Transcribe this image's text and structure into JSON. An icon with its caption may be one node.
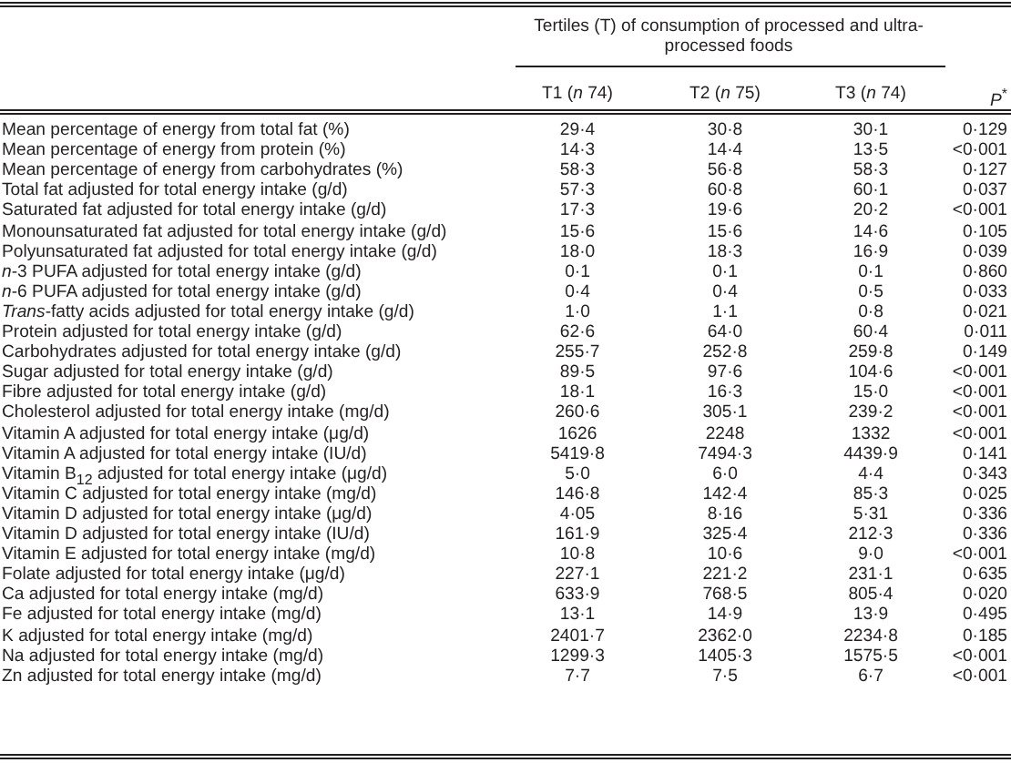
{
  "diagram": {
    "labels": [
      "Tertiles (T) of consumption of processed and ultra-processed foods",
      "T1 (*n* 74)",
      "T2 (*n* 75)",
      "T3 (*n* 74)",
      "*P*$^{*}$",
      "Mean percentage of energy from total fat (%)",
      "29·4",
      "30·8",
      "30·1",
      "0·129",
      "Mean percentage of energy from protein (%)",
      "14·3",
      "14·4",
      "13·5",
      "<0·001",
      "Mean percentage of energy from carbohydrates (%)",
      "58·3",
      "56·8",
      "58·3",
      "0·127",
      "Total fat adjusted for total energy intake (g/d)",
      "57·3",
      "60·8",
      "60·1",
      "0·037",
      "Saturated fat adjusted for total energy intake (g/d)",
      "17·3",
      "19·6",
      "20·2",
      "<0·001",
      "Monounsaturated fat adjusted for total energy intake (g/d)",
      "15·6",
      "15·6",
      "14·6",
      "0·105",
      "Polyunsaturated fat adjusted for total energy intake (g/d)",
      "18·0",
      "18·3",
      "16·9",
      "0·039",
      "*n*-3 PUFA adjusted for total energy intake (g/d)",
      "0·1",
      "0·1",
      "0·1",
      "0·860",
      "*n*-6 PUFA adjusted for total energy intake (g/d)",
      "0·4",
      "0·4",
      "0·5",
      "0·033",
      "*Trans*-fatty acids adjusted for total energy intake (g/d)",
      "1·0",
      "1·1",
      "0·8",
      "0·021",
      "Protein adjusted for total energy intake (g/d)",
      "62·6",
      "64·0",
      "60·4",
      "0·011",
      "Carbohydrates adjusted for total energy intake (g/d)",
      "255·7",
      "252·8",
      "259·8",
      "0·149",
      "Sugar adjusted for total energy intake (g/d)",
      "89·5",
      "97·6",
      "104·6",
      "<0·001",
      "Fibre adjusted for total energy intake (g/d)",
      "18·1",
      "16·3",
      "15·0",
      "<0·001",
      "Cholesterol adjusted for total energy intake (mg/d)",
      "260·6",
      "305·1",
      "239·2",
      "<0·001",
      "Vitamin A adjusted for total energy intake (μg/d)",
      "1626",
      "2248",
      "1332",
      "<0·001",
      "Vitamin A adjusted for total energy intake (IU/d)",
      "5419·8",
      "7494·3",
      "4439·9",
      "0·141",
      "Vitamin B$_{12}$ adjusted for total energy intake (μg/d)",
      "5·0",
      "6·0",
      "4·4",
      "0·343",
      "Vitamin C adjusted for total energy intake (mg/d)",
      "146·8",
      "142·4",
      "85·3",
      "0·025",
      "Vitamin D adjusted for total energy intake (μg/d)",
      "4·05",
      "8·16",
      "5·31",
      "0·336",
      "Vitamin D adjusted for total energy intake (IU/d)",
      "161·9",
      "325·4",
      "212·3",
      "0·336",
      "Vitamin E adjusted for total energy intake (mg/d)",
      "10·8",
      "10·6",
      "9·0",
      "<0·001",
      "Folate adjusted for total energy intake (μg/d)",
      "227·1",
      "221·2",
      "231·1",
      "0·635",
      "Ca adjusted for total energy intake (mg/d)",
      "633·9",
      "768·5",
      "805·4",
      "0·020",
      "Fe adjusted for total energy intake (mg/d)",
      "13·1",
      "14·9",
      "13·9",
      "0·495",
      "K adjusted for total energy intake (mg/d)",
      "2401·7",
      "2362·0",
      "2234·8",
      "0·185",
      "Na adjusted for total energy intake (mg/d)",
      "1299·3",
      "1405·3",
      "1575·5",
      "<0·001",
      "Zn adjusted for total energy intake (mg/d)",
      "7·7",
      "7·5",
      "6·7",
      "<0·001"
    ]
  }
}
